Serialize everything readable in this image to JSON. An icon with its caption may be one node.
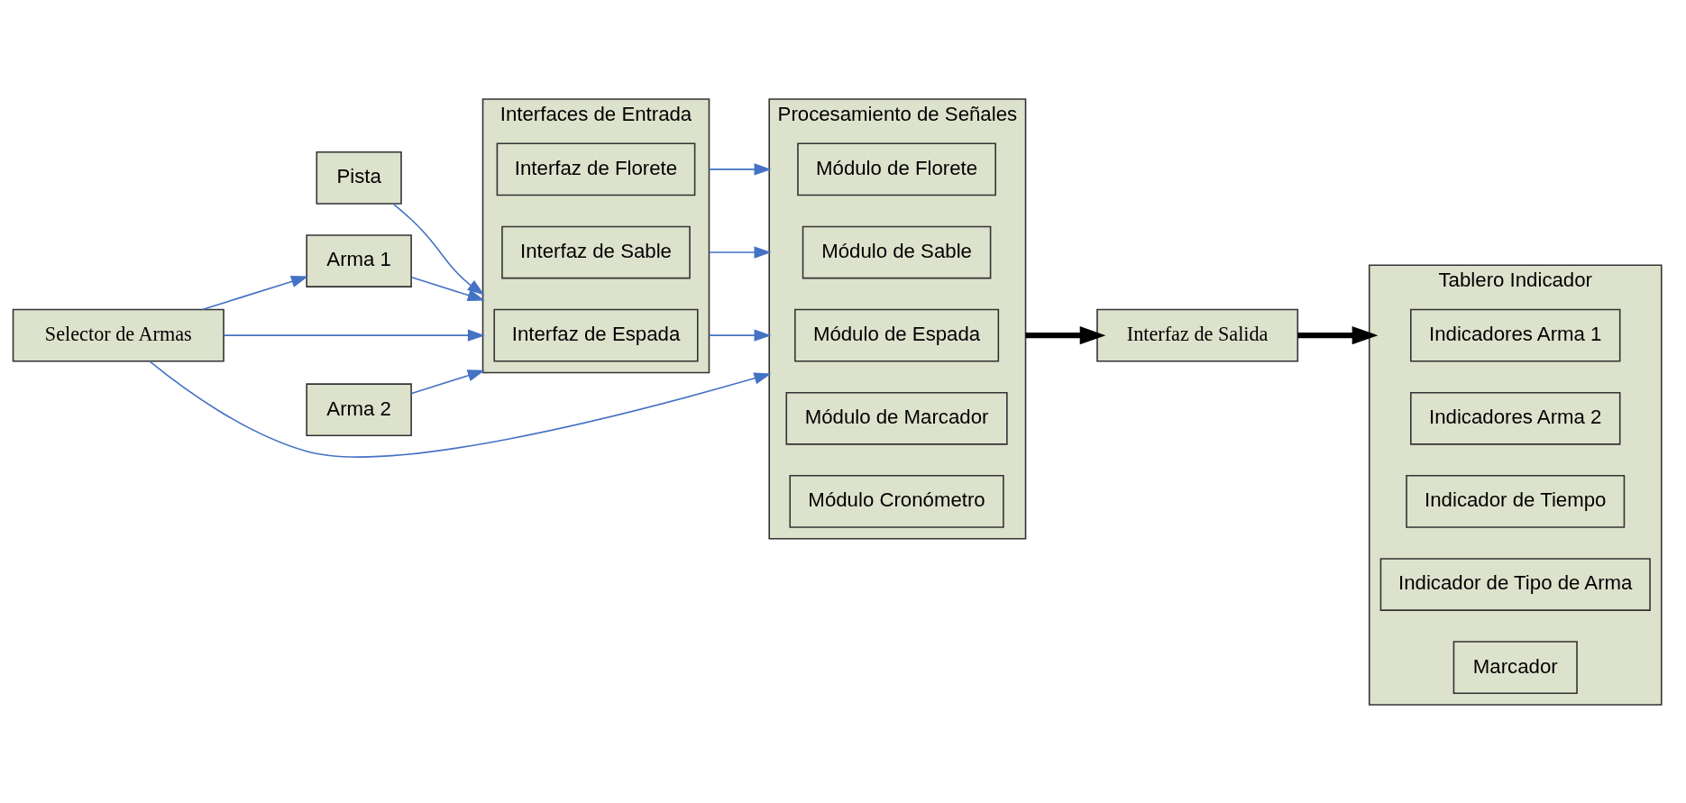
{
  "diagram": {
    "nodes": [
      {
        "text": [
          "Selector de Armas"
        ]
      },
      {
        "text": [
          "Arma 1"
        ]
      },
      {
        "text": [
          "Arma 2"
        ]
      },
      {
        "text": [
          "Pista"
        ]
      },
      {
        "text": [
          "Interfaces de Entrada"
        ]
      },
      {
        "text": [
          "Interfaz de Espada"
        ],
        "in": 4
      },
      {
        "text": [
          "Interfaz de Florete"
        ],
        "in": 4
      },
      {
        "text": [
          "Interfaz de Sable"
        ],
        "in": 4
      },
      {
        "text": [
          "Procesamiento de Señales"
        ]
      },
      {
        "text": [
          "Módulo de Espada"
        ],
        "in": 8
      },
      {
        "text": [
          "Módulo de Florete"
        ],
        "in": 8
      },
      {
        "text": [
          "Módulo de Sable"
        ],
        "in": 8
      },
      {
        "text": [
          "Módulo de Marcador"
        ],
        "in": 8
      },
      {
        "text": [
          "Módulo Cronómetro"
        ],
        "in": 8
      },
      {
        "text": [
          "Interfaz de Salida"
        ]
      },
      {
        "text": [
          "Tablero Indicador"
        ]
      },
      {
        "text": [
          "Indicadores Arma 1"
        ],
        "in": 15
      },
      {
        "text": [
          "Indicadores Arma 2"
        ],
        "in": 15
      },
      {
        "text": [
          "Indicador de Tiempo"
        ],
        "in": 15
      },
      {
        "text": [
          "Indicador de Tipo de Arma"
        ],
        "in": 15
      },
      {
        "text": [
          "Marcador"
        ],
        "in": 15
      }
    ],
    "edges": [
      {
        "from": 0,
        "to": 1,
        "arrow": "to"
      },
      {
        "from": 0,
        "to": 4,
        "arrow": "to"
      },
      {
        "from": 0,
        "to": 8,
        "arrow": "to"
      },
      {
        "from": 1,
        "to": 4,
        "arrow": "to"
      },
      {
        "from": 2,
        "to": 4,
        "arrow": "to"
      },
      {
        "from": 3,
        "to": 4,
        "arrow": "to"
      },
      {
        "from": 4,
        "to": 8,
        "arrow": "to"
      },
      {
        "from": 4,
        "to": 8,
        "arrow": "to"
      },
      {
        "from": 4,
        "to": 8,
        "arrow": "to"
      },
      {
        "from": 8,
        "to": 14,
        "arrow": "to",
        "style": "thick",
        "color": "#000000"
      },
      {
        "from": 14,
        "to": 15,
        "arrow": "to",
        "style": "thick",
        "color": "#000000"
      }
    ]
  }
}
